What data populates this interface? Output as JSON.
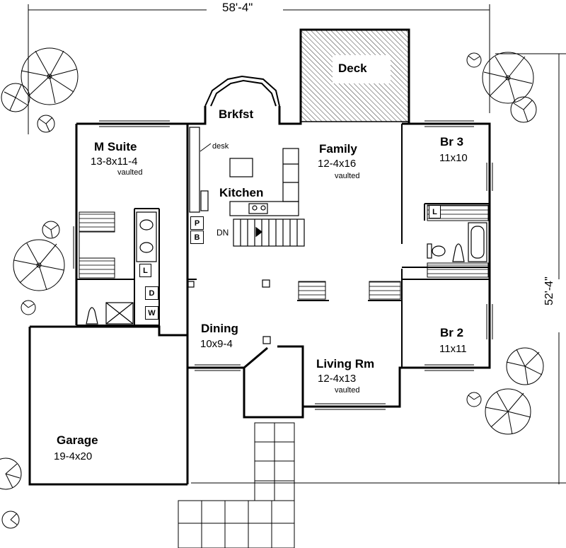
{
  "dimensions": {
    "width": "58'-4\"",
    "depth": "52'-4\""
  },
  "rooms": {
    "msuite": {
      "name": "M Suite",
      "size": "13-8x11-4",
      "note": "vaulted"
    },
    "brkfst": {
      "name": "Brkfst"
    },
    "deck": {
      "name": "Deck"
    },
    "family": {
      "name": "Family",
      "size": "12-4x16",
      "note": "vaulted"
    },
    "kitchen": {
      "name": "Kitchen",
      "desk": "desk"
    },
    "br3": {
      "name": "Br 3",
      "size": "11x10"
    },
    "br2": {
      "name": "Br 2",
      "size": "11x11"
    },
    "dining": {
      "name": "Dining",
      "size": "10x9-4"
    },
    "living": {
      "name": "Living Rm",
      "size": "12-4x13",
      "note": "vaulted"
    },
    "garage": {
      "name": "Garage",
      "size": "19-4x20"
    }
  },
  "fixtures": {
    "pantry_p": "P",
    "pantry_b": "B",
    "stairs": "DN",
    "linen_l1": "L",
    "linen_l2": "L",
    "dryer": "D",
    "washer": "W"
  },
  "colors": {
    "line": "#000000",
    "background": "#ffffff"
  }
}
